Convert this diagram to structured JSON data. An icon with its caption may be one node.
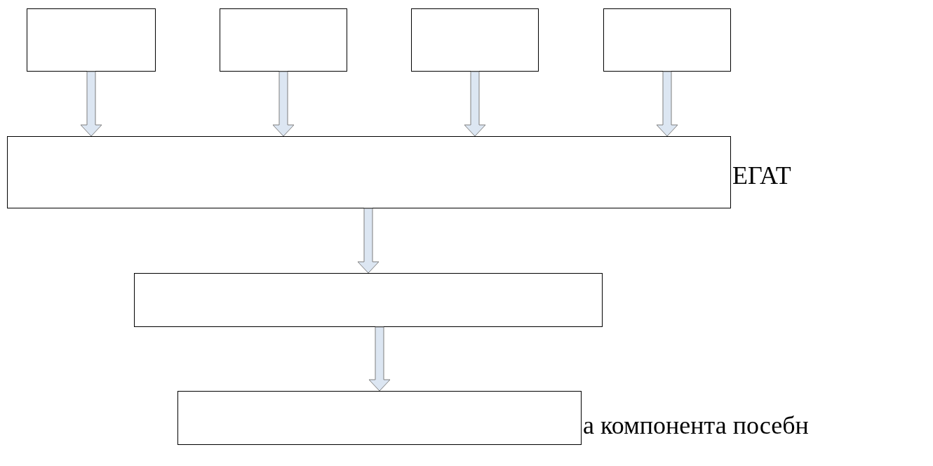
{
  "diagram": {
    "nodes": [
      {
        "text": [],
        "shape": "box"
      },
      {
        "text": [],
        "shape": "box"
      },
      {
        "text": [],
        "shape": "box"
      },
      {
        "text": [],
        "shape": "box"
      },
      {
        "text": [],
        "shape": "box"
      },
      {
        "text": [],
        "shape": "box"
      },
      {
        "text": [],
        "shape": "box"
      }
    ],
    "edges": [
      {
        "from": 0,
        "to": 4,
        "arrow": "to"
      },
      {
        "from": 1,
        "to": 4,
        "arrow": "to"
      },
      {
        "from": 2,
        "to": 4,
        "arrow": "to"
      },
      {
        "from": 3,
        "to": 4,
        "arrow": "to"
      },
      {
        "from": 4,
        "to": 5,
        "arrow": "to"
      },
      {
        "from": 5,
        "to": 6,
        "arrow": "to"
      }
    ],
    "labels": [
      "ЕГАТ",
      "а компонента посебн"
    ]
  }
}
